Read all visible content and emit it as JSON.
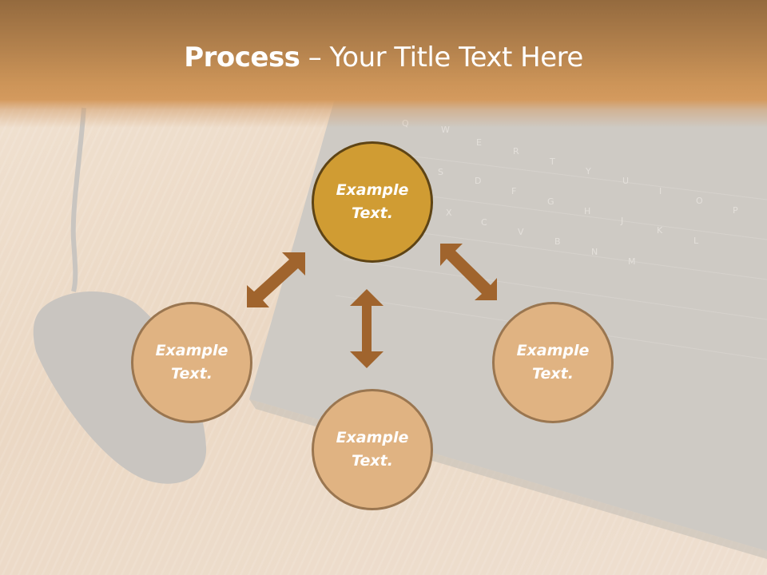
{
  "slide": {
    "title": {
      "bold": "Process",
      "rest": " – Your Title Text Here"
    },
    "nodes": [
      {
        "id": "top",
        "label": "Example Text.",
        "style": "primary"
      },
      {
        "id": "left",
        "label": "Example Text.",
        "style": "secondary"
      },
      {
        "id": "right",
        "label": "Example Text.",
        "style": "secondary"
      },
      {
        "id": "bottom",
        "label": "Example Text.",
        "style": "secondary"
      }
    ],
    "arrows": [
      {
        "id": "top-left",
        "type": "double-headed",
        "from": "top",
        "to": "left"
      },
      {
        "id": "top-right",
        "type": "double-headed",
        "from": "top",
        "to": "right"
      },
      {
        "id": "top-bottom",
        "type": "double-headed",
        "from": "top",
        "to": "bottom"
      }
    ],
    "colors": {
      "header_top": "#946A3E",
      "header_bottom": "#D49A5E",
      "primary_fill": "#D09C33",
      "primary_border": "#5E4415",
      "secondary_fill": "#E0B382",
      "secondary_border": "#9A7650",
      "arrow": "#A0642D",
      "text": "#FFFFFF"
    },
    "background": {
      "description": "faded photo of a laptop keyboard and computer mouse on a wooden desk",
      "keyboard_keys_visible": [
        "Q",
        "W",
        "E",
        "R",
        "T",
        "Y",
        "U",
        "I",
        "O",
        "P",
        "S",
        "D",
        "F",
        "G",
        "H",
        "J",
        "K",
        "L",
        "X",
        "C",
        "V",
        "B",
        "N",
        "M"
      ]
    }
  }
}
